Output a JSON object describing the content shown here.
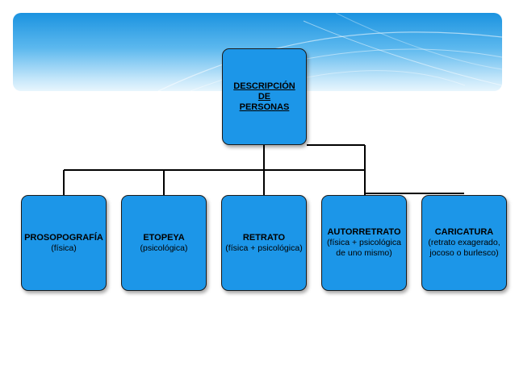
{
  "diagram": {
    "root": {
      "title": "DESCRIPCIÓN\nDE\nPERSONAS"
    },
    "children": [
      {
        "title": "PROSOPOGRAFÍA",
        "subtitle": "(física)"
      },
      {
        "title": "ETOPEYA",
        "subtitle": "(psicológica)"
      },
      {
        "title": "RETRATO",
        "subtitle": "(física + psicológica)"
      },
      {
        "title": "AUTORRETRATO",
        "subtitle": "(física + psicológica\nde uno mismo)"
      },
      {
        "title": "CARICATURA",
        "subtitle": "(retrato exagerado,\njocoso o burlesco)"
      }
    ]
  },
  "colors": {
    "node_fill": "#1c96e8",
    "node_border": "#1a1a1a",
    "connector": "#000000",
    "banner_top": "#1b93e0",
    "banner_bottom": "#e7f5fd"
  }
}
